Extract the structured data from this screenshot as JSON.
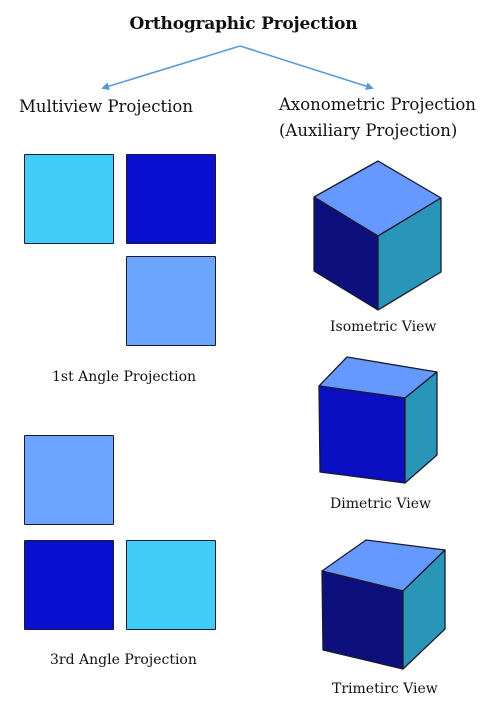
{
  "diagram": {
    "title": "Orthographic Projection",
    "multiview": {
      "heading": "Multiview Projection",
      "first_angle_caption": "1st Angle Projection",
      "third_angle_caption": "3rd Angle Projection"
    },
    "axonometric": {
      "heading_line1": "Axonometric Projection",
      "heading_line2": "(Auxiliary Projection)",
      "isometric_caption": "Isometric View",
      "dimetric_caption": "Dimetric View",
      "trimetric_caption": "Trimetirc View"
    }
  },
  "colors": {
    "arrow": "#5b9bd5",
    "cyan_face": "#3fcdf8",
    "dark_blue_face": "#0a0fd0",
    "light_blue_face": "#6ba5ff",
    "cube_top": "#6699ff",
    "cube_left": "#0c0f7c",
    "cube_left_dimetric": "#0a0fc2",
    "cube_right": "#2996b7",
    "outline": "#1a1a2e"
  }
}
